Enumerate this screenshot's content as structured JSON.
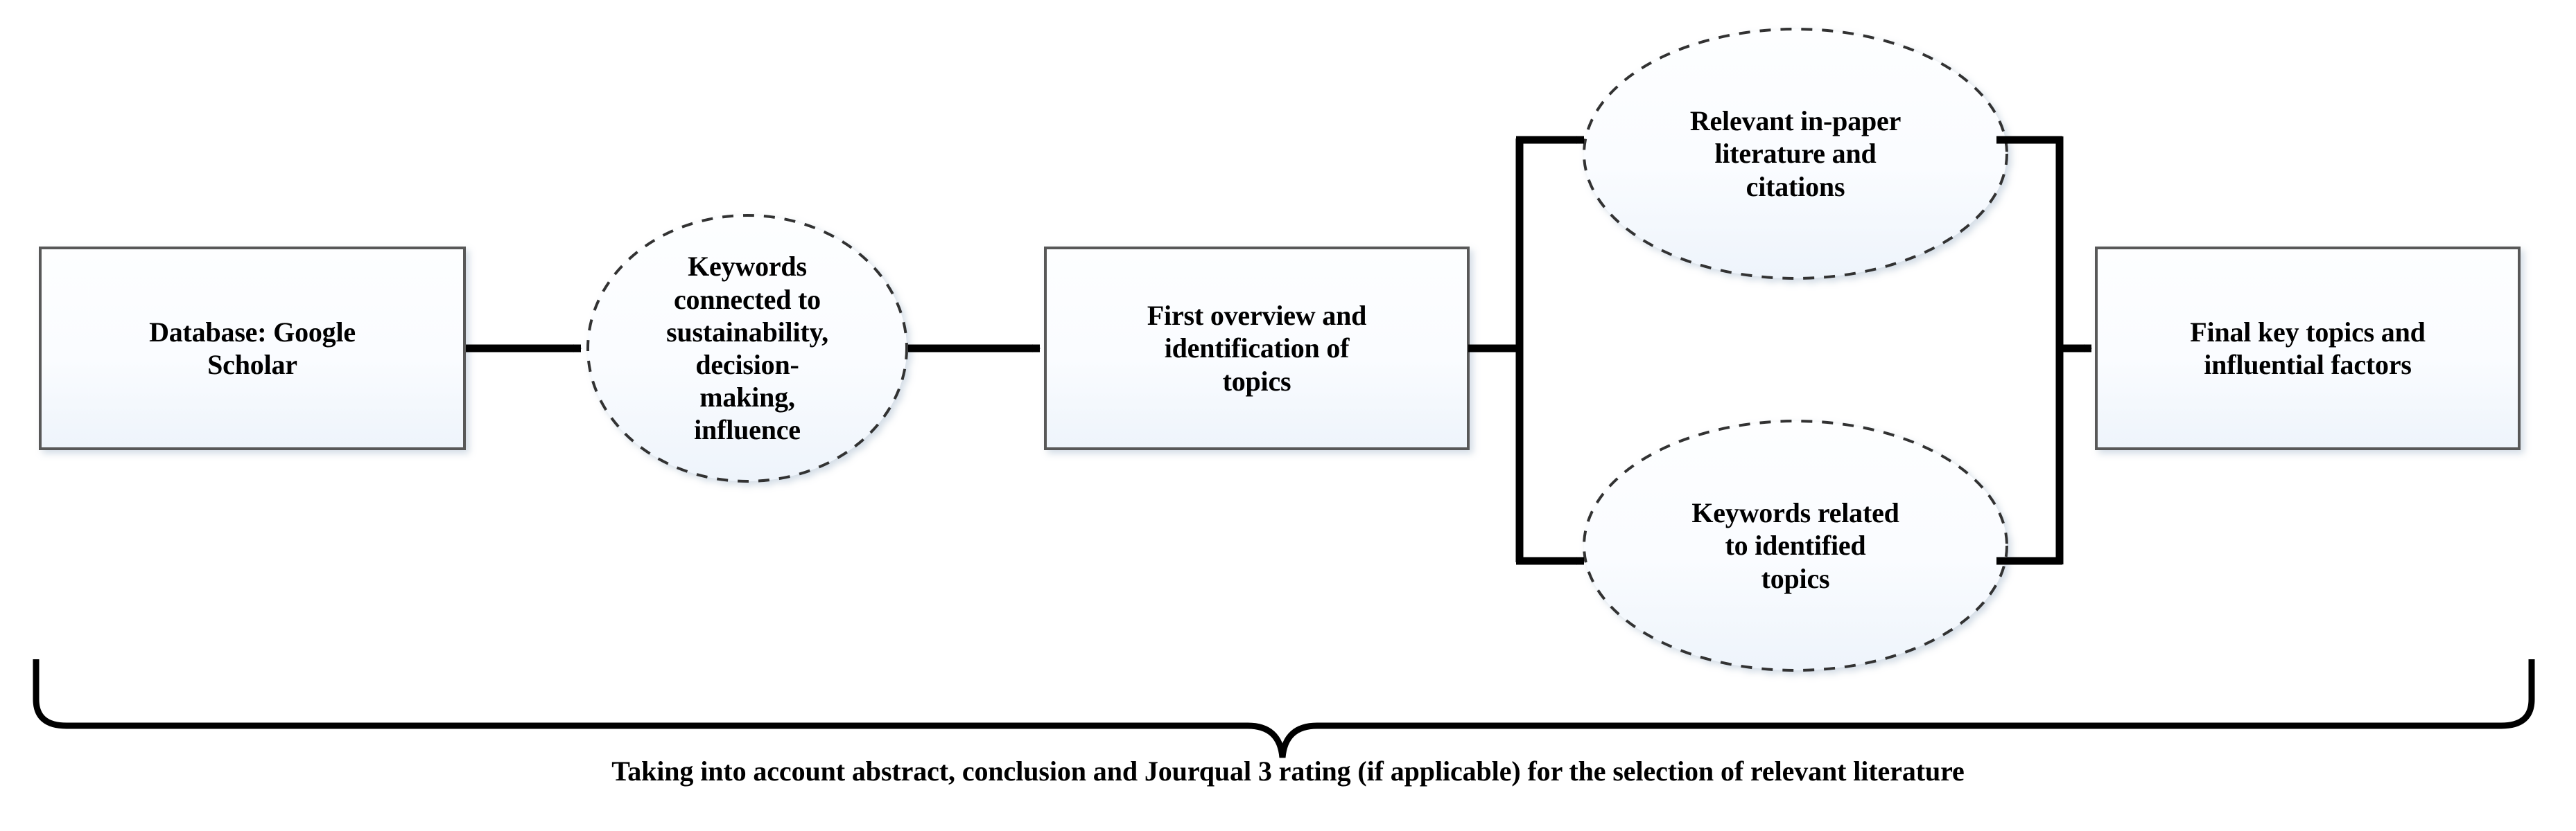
{
  "diagram": {
    "title": "Literature research process flowchart",
    "colors": {
      "shape_fill_top": "#fbfdff",
      "shape_fill_bottom": "#f2f7fc",
      "rect_stroke": "#595959",
      "ellipse_stroke": "#404040",
      "connector": "#000000",
      "text": "#000000"
    },
    "nodes": [
      {
        "id": "database",
        "shape": "rectangle",
        "label": "Database: Google\nScholar",
        "lines": [
          "Database: Google",
          "Scholar"
        ]
      },
      {
        "id": "keywords-initial",
        "shape": "ellipse-dashed",
        "label": "Keywords\nconnected to\nsustainability,\ndecision-\nmaking,\ninfluence",
        "lines": [
          "Keywords",
          "connected to",
          "sustainability,",
          "decision-",
          "making,",
          "influence"
        ]
      },
      {
        "id": "first-overview",
        "shape": "rectangle",
        "label": "First overview and\nidentification of\ntopics",
        "lines": [
          "First overview and",
          "identification of",
          "topics"
        ]
      },
      {
        "id": "in-paper-literature",
        "shape": "ellipse-dashed",
        "label": "Relevant in-paper\nliterature and\ncitations",
        "lines": [
          "Relevant in-paper",
          "literature and",
          "citations"
        ]
      },
      {
        "id": "keywords-related",
        "shape": "ellipse-dashed",
        "label": "Keywords related\nto identified\ntopics",
        "lines": [
          "Keywords related",
          "to identified",
          "topics"
        ]
      },
      {
        "id": "final-topics",
        "shape": "rectangle",
        "label": "Final key topics and\ninfluential factors",
        "lines": [
          "Final key topics and",
          "influential factors"
        ]
      }
    ],
    "connectors": [
      {
        "id": "database-to-keywords",
        "from": "database",
        "to": "keywords-initial",
        "style": "arrow"
      },
      {
        "id": "keywords-to-overview",
        "from": "keywords-initial",
        "to": "first-overview",
        "style": "arrow"
      },
      {
        "id": "overview-split-top",
        "from": "first-overview",
        "to": "in-paper-literature",
        "style": "elbow-arrow"
      },
      {
        "id": "overview-split-bottom",
        "from": "first-overview",
        "to": "keywords-related",
        "style": "elbow-arrow"
      },
      {
        "id": "merge-to-final",
        "from": "in-paper-literature,keywords-related",
        "to": "final-topics",
        "style": "merge-arrow"
      }
    ],
    "brace": {
      "id": "bottom-brace",
      "orientation": "down",
      "spans": "all-nodes"
    },
    "caption": "Taking into account abstract, conclusion and Jourqual 3 rating (if applicable) for the selection of relevant literature"
  }
}
